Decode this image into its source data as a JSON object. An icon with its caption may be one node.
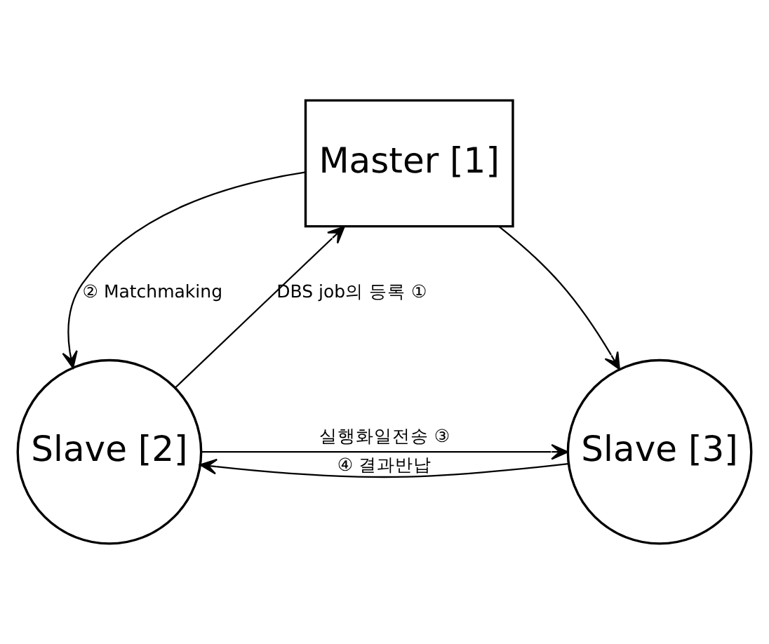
{
  "diagram": {
    "nodes": [
      {
        "text": [
          "Master [1]"
        ]
      },
      {
        "text": [
          "Slave [2]"
        ]
      },
      {
        "text": [
          "Slave [3]"
        ]
      }
    ],
    "edges": [
      {
        "from": 1,
        "to": 0,
        "arrow": "to",
        "label": "DBS job의 등록 ①"
      },
      {
        "from": 0,
        "to": 1,
        "arrow": "to",
        "label": "② Matchmaking"
      },
      {
        "from": 0,
        "to": 2,
        "arrow": "to"
      },
      {
        "from": 1,
        "to": 2,
        "arrow": "to",
        "label": "실행화일전송 ③"
      },
      {
        "from": 2,
        "to": 1,
        "arrow": "to",
        "label": "④ 결과반납"
      }
    ]
  }
}
